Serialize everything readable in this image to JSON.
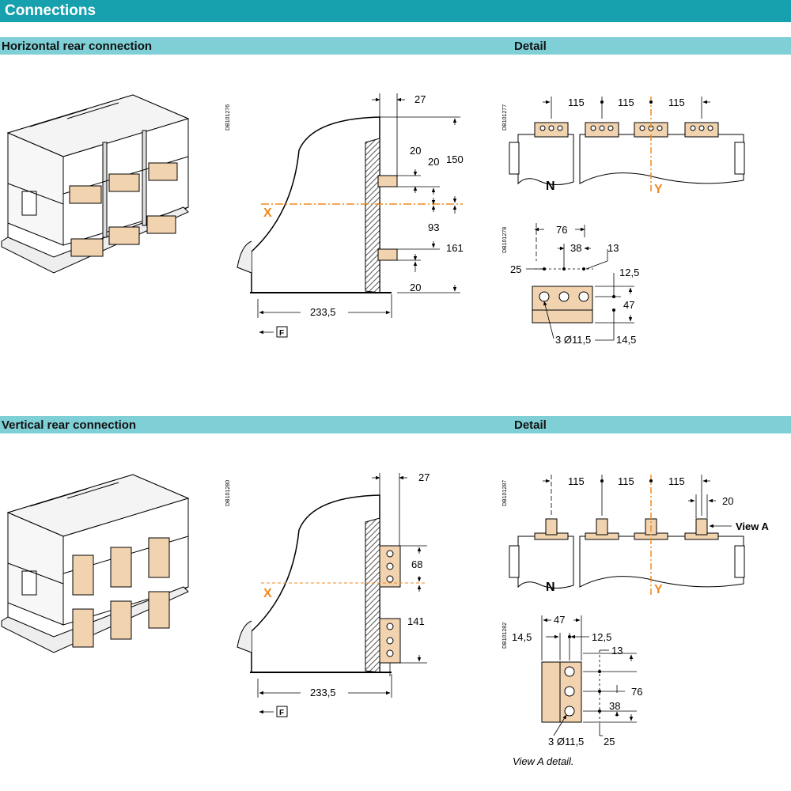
{
  "header": {
    "title": "Connections"
  },
  "sections": {
    "horizontal_label": "Horizontal rear connection",
    "horizontal_detail_label": "Detail",
    "vertical_label": "Vertical rear connection",
    "vertical_detail_label": "Detail"
  },
  "codes": {
    "h_side": "DB101276",
    "h_detail_top": "DB101277",
    "h_detail_bottom": "DB101278",
    "v_side": "DB101280",
    "v_detail_top": "DB101287",
    "v_detail_bottom": "DB101282"
  },
  "h_side": {
    "d27": "27",
    "d20a": "20",
    "d20b": "20",
    "d150": "150",
    "d93": "93",
    "d161": "161",
    "d20c": "20",
    "d233": "233,5",
    "axis_x": "X",
    "front": "F"
  },
  "h_detail_top": {
    "d115a": "115",
    "d115b": "115",
    "d115c": "115",
    "n": "N",
    "y": "Y"
  },
  "h_detail_bottom": {
    "d76": "76",
    "d38": "38",
    "d13": "13",
    "d25": "25",
    "d12_5": "12,5",
    "d47": "47",
    "holes": "3 Ø11,5",
    "d14_5": "14,5"
  },
  "v_side": {
    "d27": "27",
    "d68": "68",
    "d141": "141",
    "d233": "233,5",
    "axis_x": "X",
    "front": "F"
  },
  "v_detail_top": {
    "d115a": "115",
    "d115b": "115",
    "d115c": "115",
    "d20": "20",
    "view_a": "View A",
    "n": "N",
    "y": "Y"
  },
  "v_detail_bottom": {
    "d47": "47",
    "d14_5": "14,5",
    "d12_5": "12,5",
    "d13": "13",
    "d76": "76",
    "d38": "38",
    "holes": "3 Ø11,5",
    "d25": "25"
  },
  "caption": "View A detail.",
  "colors": {
    "title_bar": "#17a0ad",
    "section_bar": "#7fcfd6",
    "axis": "#f08a1f",
    "copper": "#f2d3b0"
  }
}
